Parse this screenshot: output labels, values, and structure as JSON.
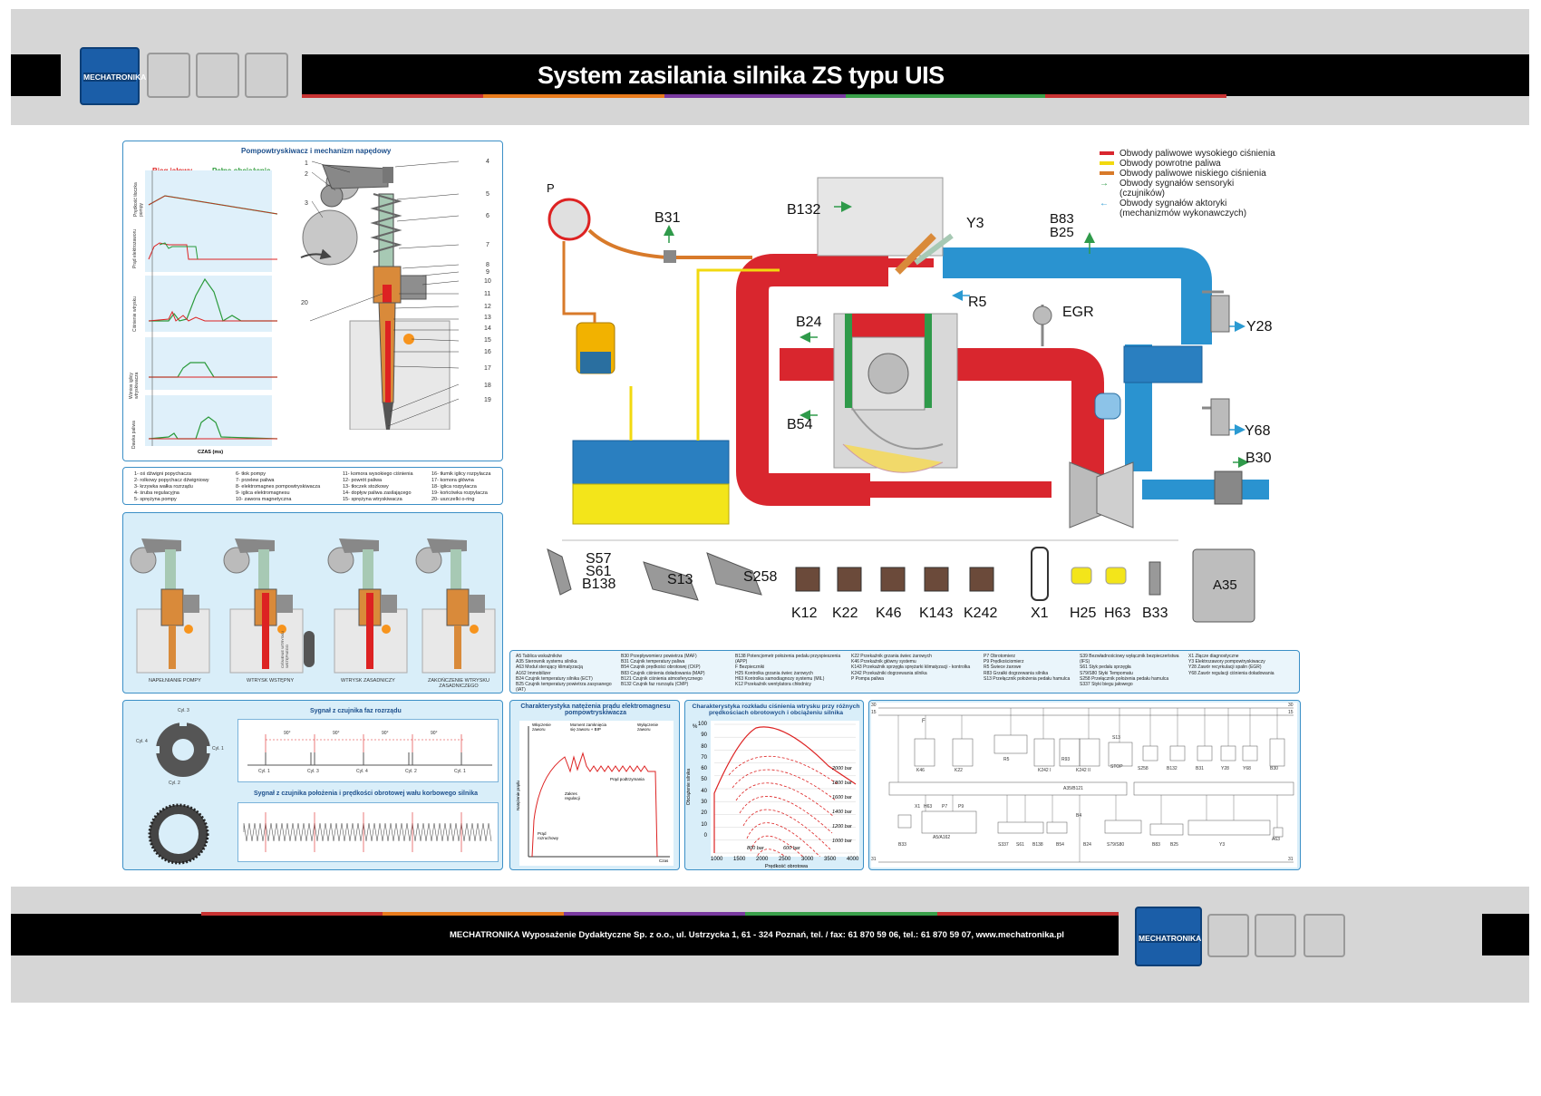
{
  "header": {
    "title": "System zasilania silnika ZS typu UIS",
    "logo_text": "MECHATRONIKA"
  },
  "legend": {
    "items": [
      {
        "label": "Obwody paliwowe wysokiego ciśnienia",
        "color": "#d9262e"
      },
      {
        "label": "Obwody powrotne paliwa",
        "color": "#f2d90f"
      },
      {
        "label": "Obwody paliwowe niskiego ciśnienia",
        "color": "#d87a2a"
      },
      {
        "label": "Obwody sygnałów sensoryki",
        "label2": "(czujników)",
        "color": "#2f9a4a"
      },
      {
        "label": "Obwody sygnałów aktoryki",
        "label2": "(mechanizmów wykonawczych)",
        "color": "#2a9ad2"
      }
    ]
  },
  "panel1": {
    "title": "Pompowtryskiwacz i mechanizm napędowy",
    "bieg_jalowy": "Bieg jałowy",
    "pelne_obciazenie": "Pełne obciążenie",
    "row_labels": [
      "Prędkość tłoczka pompy",
      "Prąd elektrozaworu",
      "Ciśnienie wtrysku",
      "Wznios iglicy wtryskiwacza",
      "Dawka paliwa"
    ],
    "x_label": "CZAS (ms)",
    "numbers": [
      "1",
      "2",
      "3",
      "4",
      "5",
      "6",
      "7",
      "8",
      "9",
      "10",
      "11",
      "12",
      "13",
      "14",
      "15",
      "16",
      "17",
      "18",
      "19",
      "20"
    ]
  },
  "parts_legend": {
    "col1": [
      "1- oś dźwigni popychacza",
      "2- rolkowy popychacz dźwigniowy",
      "3- krzywka wałka rozrządu",
      "4- śruba regulacyjna",
      "5- sprężyna pompy"
    ],
    "col2": [
      "6- tłok pompy",
      "7- przelew paliwa",
      "8- elektromagnes pompowtryskiwacza",
      "9- iglica elektromagnesu",
      "10- zawora magnetyczna"
    ],
    "col3": [
      "11- komora wysokiego ciśnienia",
      "12- powrót paliwa",
      "13- tłoczek stożkowy",
      "14- dopływ paliwa zasilającego",
      "15- sprężyna wtryskiwacza"
    ],
    "col4": [
      "16- tłumik iglicy rozpylacza",
      "17- komora główna",
      "18- iglica rozpylacza",
      "19- końcówka rozpylacza",
      "20- uszczelki o-ring"
    ]
  },
  "phases": {
    "labels": [
      "NAPEŁNIANIE POMPY",
      "WTRYSK WSTĘPNY",
      "WTRYSK ZASADNICZY",
      "ZAKOŃCZENIE WTRYSKU ZASADNICZEGO"
    ],
    "side_label": "CIŚNIENIE WTRYSKU WSTĘPNEGO"
  },
  "signals": {
    "title1": "Sygnał z czujnika faz rozrządu",
    "title2": "Sygnał z czujnika położenia i prędkości obrotowej wału korbowego silnika",
    "cylinders": [
      "Cyl. 1",
      "Cyl. 3",
      "Cyl. 4",
      "Cyl. 2",
      "Cyl. 1"
    ],
    "angle": "90°",
    "wheel_labels": [
      "Cyl. 3",
      "Cyl. 4",
      "Cyl. 1",
      "Cyl. 2"
    ]
  },
  "char1": {
    "title": "Charakterystyka natężenia prądu elektromagnesu pompowtryskiwacza",
    "labels": [
      "Włączenie zaworu",
      "Moment zamknięcia się zaworu + BIP",
      "Wyłączenie zaworu",
      "Zakres regulacji",
      "Prąd podtrzymania",
      "Prąd rozruchowy",
      "Natężenie prądu",
      "Czas"
    ]
  },
  "char2": {
    "title": "Charakterystyka rozkładu ciśnienia wtrysku przy różnych prędkościach obrotowych i obciążeniu silnika",
    "y_label": "Obciążenie silnika",
    "y_unit": "%",
    "y_ticks": [
      "100",
      "90",
      "80",
      "70",
      "60",
      "50",
      "40",
      "30",
      "20",
      "10",
      "0"
    ],
    "x_label": "Prędkość obrotowa",
    "x_ticks": [
      "1000",
      "1500",
      "2000",
      "2500",
      "3000",
      "3500",
      "4000"
    ],
    "curves": [
      "2000 bar",
      "1800 bar",
      "1600 bar",
      "1400 bar",
      "1200 bar",
      "1000 bar",
      "800 bar",
      "600 bar"
    ]
  },
  "component_labels": {
    "P": "P",
    "B31": "B31",
    "B132": "B132",
    "Y3": "Y3",
    "B83": "B83",
    "B25": "B25",
    "R5": "R5",
    "EGR": "EGR",
    "B24": "B24",
    "Y28": "Y28",
    "Y68": "Y68",
    "B54": "B54",
    "B30": "B30",
    "S57": "S57",
    "S61": "S61",
    "B138": "B138",
    "S13": "S13",
    "S258": "S258",
    "A35": "A35",
    "bottom_row": [
      "K12",
      "K22",
      "K46",
      "K143",
      "K242",
      "X1",
      "H25",
      "H63",
      "B33"
    ]
  },
  "abbrev": {
    "col1": [
      "A5   Tablica wskaźników",
      "A35  Sterownik systemu silnika",
      "A63  Moduł sterujący klimatyzacją",
      "A162 Immobilizer",
      "B24  Czujnik temperatury silnika (ECT)",
      "B25  Czujnik temperatury powietrza zasysanego (IAT)"
    ],
    "col2": [
      "B30  Przepływomierz powietrza (MAF)",
      "B31  Czujnik temperatury paliwa",
      "B54  Czujnik prędkości obrotowej (CKP)",
      "B83  Czujnik ciśnienia doładowania (MAP)",
      "B121 Czujnik ciśnienia atmosferycznego",
      "B132 Czujnik faz rozrządu (CMP)"
    ],
    "col3": [
      "B138 Potencjometr położenia pedału przyspieszenia (APP)",
      "F    Bezpieczniki",
      "H25  Kontrolka grzania świec żarowych",
      "H63  Kontrolka samodiagnozy systemu (MIL)",
      "K12  Przekaźnik wentylatora chłodnicy"
    ],
    "col4": [
      "K22  Przekaźnik grzania świec żarowych",
      "K46  Przekaźnik główny systemu",
      "K143 Przekaźnik sprzęgła sprężarki klimatyzacji - kontrolka",
      "K242 Przekaźniki dogrzewania silnika",
      "P    Pompa paliwa"
    ],
    "col5": [
      "P7   Obrotomierz",
      "P9   Prędkościomierz",
      "R5   Świece żarowe",
      "R83  Grzałki dogrzewania silnika",
      "S13  Przełącznik położenia pedału hamulca"
    ],
    "col6": [
      "S39  Bezwładnościowy wyłącznik bezpieczeństwa (IFS)",
      "S61  Styk pedału sprzęgła",
      "S79/S80 Styki Tempomatu",
      "S258 Przełącznik położenia pedału hamulca",
      "S337 Styki biegu jałowego"
    ],
    "col7": [
      "X1   Złącze diagnostyczne",
      "Y3   Elektrozawory pompowtryskiwaczy",
      "Y28  Zawór recyrkulacji spalin (EGR)",
      "Y68  Zawór regulacji ciśnienia doładowania"
    ]
  },
  "circuit": {
    "labels": [
      "F",
      "K46",
      "K22",
      "R5",
      "R93",
      "K242 I",
      "K242 II",
      "S13",
      "STOP",
      "S258",
      "B132",
      "B31",
      "Y28",
      "Y68",
      "B30",
      "A35/B121",
      "X1",
      "H63",
      "P7",
      "P9",
      "A5/A162",
      "B33",
      "S337",
      "S61",
      "B138",
      "B54",
      "B4",
      "B24",
      "S79/S80",
      "B83",
      "B25",
      "Y3",
      "A63"
    ],
    "edge": [
      "30",
      "15",
      "31"
    ]
  },
  "footer": {
    "text": "MECHATRONIKA Wyposażenie Dydaktyczne Sp. z o.o., ul. Ustrzycka 1, 61 - 324 Poznań, tel. / fax: 61 870 59 06, tel.: 61 870 59 07, www.mechatronika.pl"
  }
}
